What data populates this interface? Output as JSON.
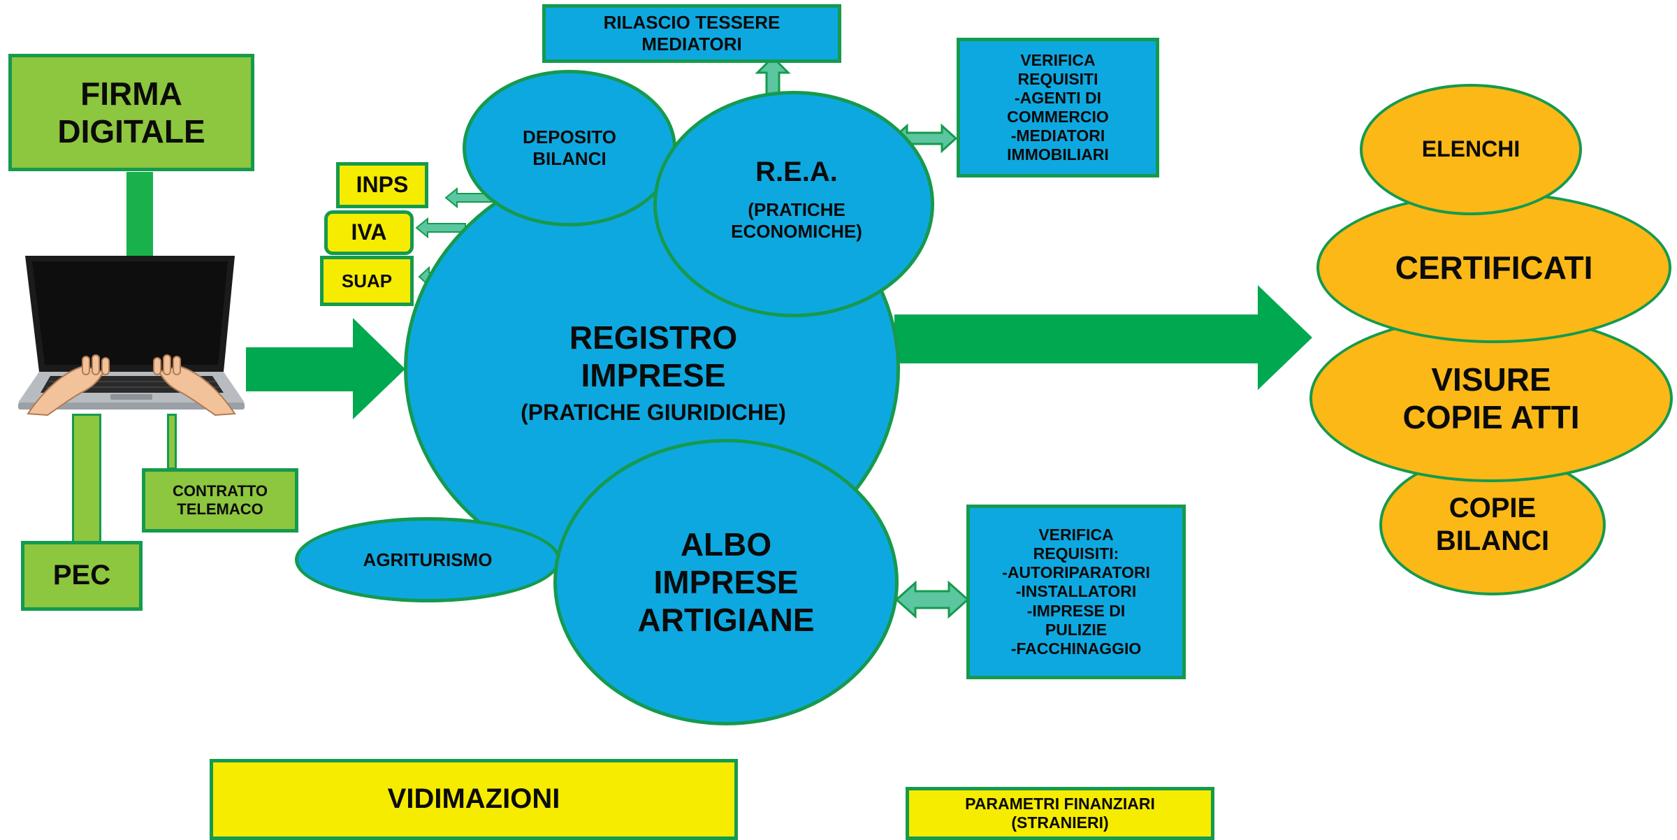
{
  "colors": {
    "green_box": "#8dc63f",
    "green_border": "#159a4e",
    "green_arrow": "#00a84f",
    "blue": "#0ea8e0",
    "yellow": "#f5ec00",
    "orange": "#fbb817"
  },
  "left": {
    "firma_digitale": "FIRMA\nDIGITALE",
    "pec": "PEC",
    "contratto_telemaco": "CONTRATTO\nTELEMACO",
    "laptop_icon": "laptop-with-hands-icon"
  },
  "small_boxes": {
    "inps": "INPS",
    "iva": "IVA",
    "suap": "SUAP"
  },
  "center": {
    "registro_title": "REGISTRO\nIMPRESE",
    "registro_sub": "(PRATICHE GIURIDICHE)",
    "deposito_bilanci": "DEPOSITO\nBILANCI",
    "rea_title": "R.E.A.",
    "rea_sub": "(PRATICHE\nECONOMICHE)",
    "albo": "ALBO\nIMPRESE\nARTIGIANE",
    "agriturismo": "AGRITURISMO"
  },
  "top": {
    "rilascio_tessere": "RILASCIO TESSERE\nMEDIATORI",
    "verifica_rea": "VERIFICA\nREQUISITI\n-AGENTI DI\nCOMMERCIO\n-MEDIATORI\nIMMOBILIARI"
  },
  "right_boxes": {
    "verifica_albo": "VERIFICA\nREQUISITI:\n-AUTORIPARATORI\n-INSTALLATORI\n-IMPRESE DI\nPULIZIE\n-FACCHINAGGIO"
  },
  "outputs": {
    "elenchi": "ELENCHI",
    "certificati": "CERTIFICATI",
    "visure": "VISURE\nCOPIE ATTI",
    "copie_bilanci": "COPIE\nBILANCI"
  },
  "bottom": {
    "vidimazioni": "VIDIMAZIONI",
    "parametri": "PARAMETRI FINANZIARI\n(STRANIERI)"
  }
}
